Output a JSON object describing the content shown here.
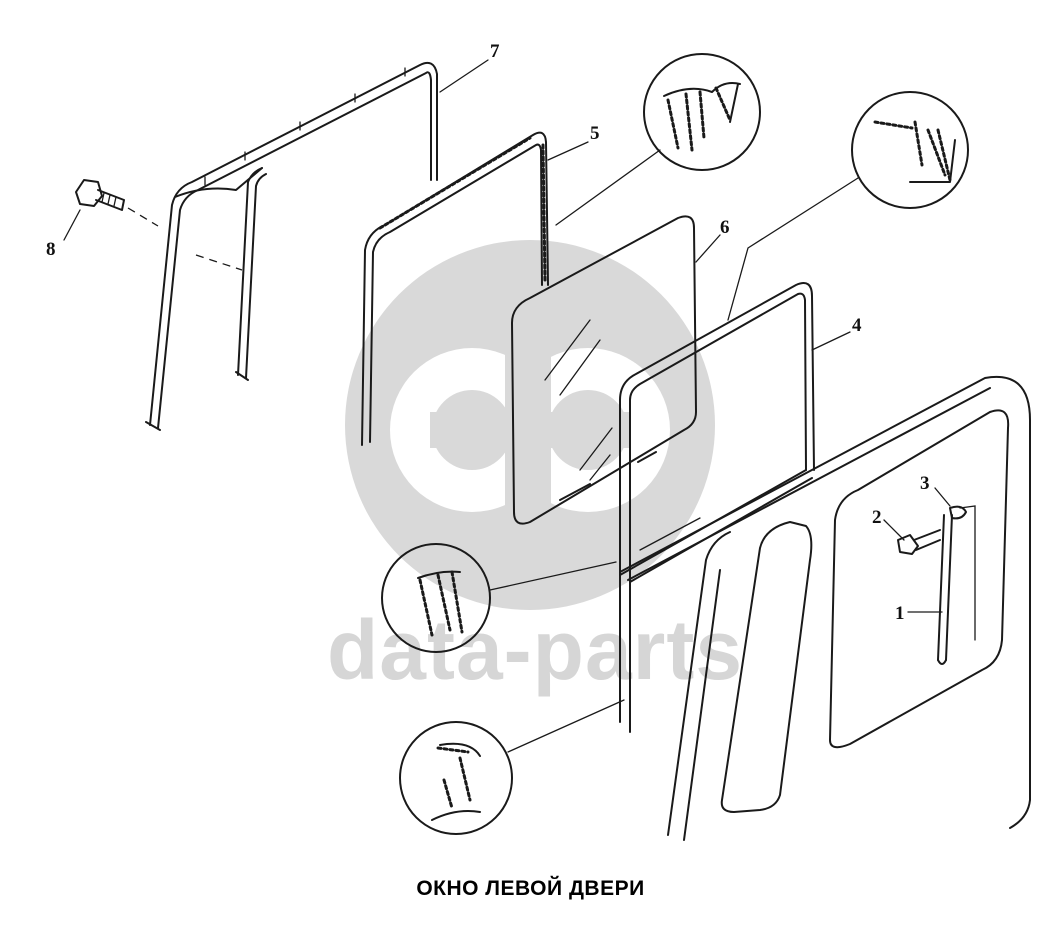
{
  "title": "ОКНО ЛЕВОЙ ДВЕРИ",
  "watermark": {
    "text": "data-parts",
    "color": "#d6d6d6"
  },
  "callouts": [
    {
      "id": "1",
      "label": "1"
    },
    {
      "id": "2",
      "label": "2"
    },
    {
      "id": "3",
      "label": "3"
    },
    {
      "id": "4",
      "label": "4"
    },
    {
      "id": "5",
      "label": "5"
    },
    {
      "id": "6",
      "label": "6"
    },
    {
      "id": "7",
      "label": "7"
    },
    {
      "id": "8",
      "label": "8"
    }
  ]
}
